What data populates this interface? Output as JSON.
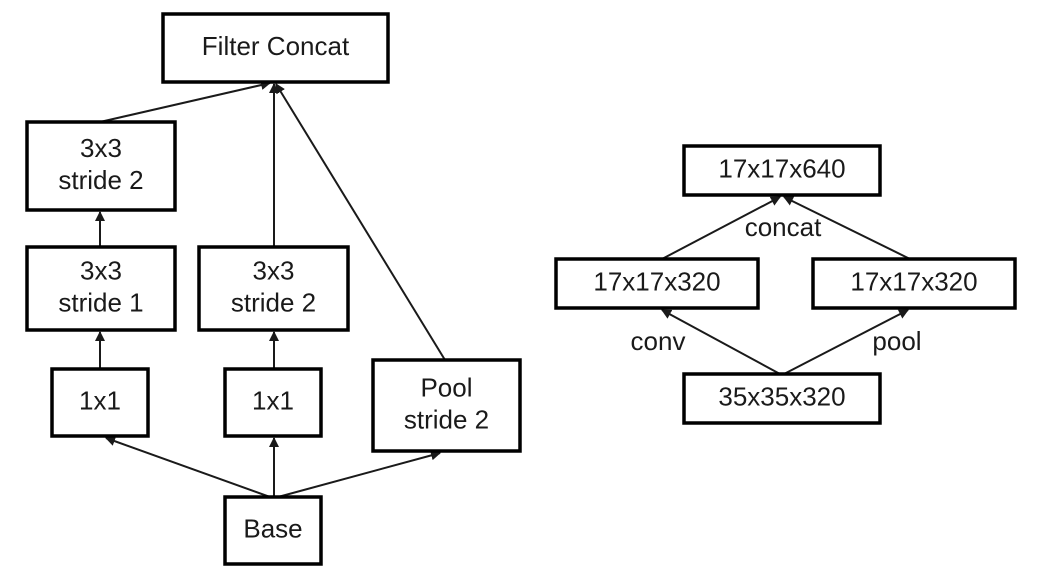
{
  "left_diagram": {
    "nodes": {
      "filter_concat": [
        "Filter Concat"
      ],
      "b1_top": [
        "3x3",
        "stride 2"
      ],
      "b1_mid": [
        "3x3",
        "stride 1"
      ],
      "b1_bot": [
        "1x1"
      ],
      "b2_mid": [
        "3x3",
        "stride 2"
      ],
      "b2_bot": [
        "1x1"
      ],
      "pool": [
        "Pool",
        "stride 2"
      ],
      "base": [
        "Base"
      ]
    }
  },
  "right_diagram": {
    "nodes": {
      "top": [
        "17x17x640"
      ],
      "conv_out": [
        "17x17x320"
      ],
      "pool_out": [
        "17x17x320"
      ],
      "input": [
        "35x35x320"
      ]
    },
    "edge_labels": {
      "concat": "concat",
      "conv": "conv",
      "pool": "pool"
    }
  },
  "colors": {
    "stroke": "#000000",
    "text": "#1a1a1a",
    "background": "#ffffff"
  }
}
